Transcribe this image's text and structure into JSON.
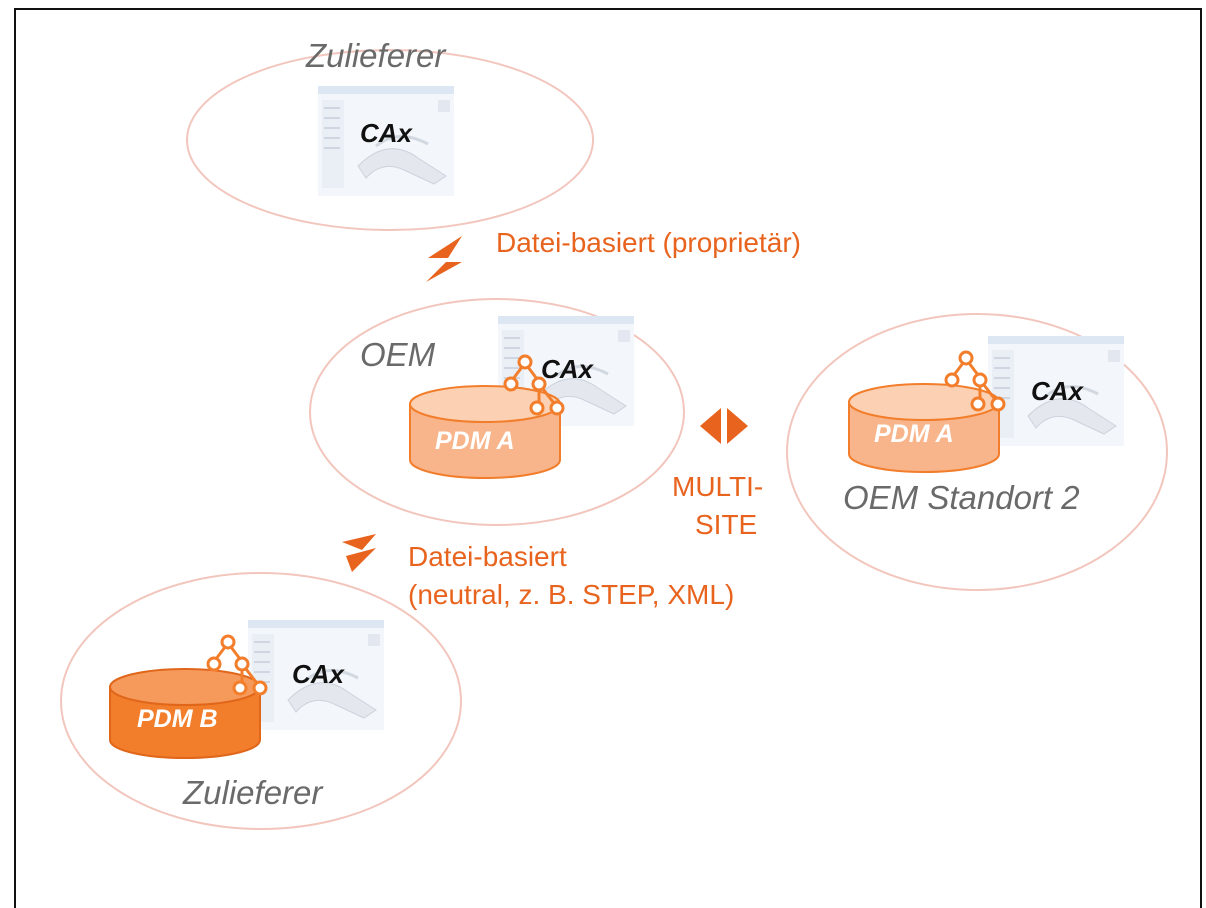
{
  "colors": {
    "accent": "#e8641e",
    "ellipse_stroke": "#f2c6bd",
    "pdm_light": "#f8b48a",
    "pdm_dark": "#f27e2c",
    "site_label": "#6a6a6a"
  },
  "sites": {
    "supplier_top": {
      "name": "Zulieferer",
      "cax": "CAx"
    },
    "oem": {
      "name": "OEM",
      "cax": "CAx",
      "pdm": "PDM A"
    },
    "oem_site2": {
      "name": "OEM Standort 2",
      "cax": "CAx",
      "pdm": "PDM A"
    },
    "supplier_bottom": {
      "name": "Zulieferer",
      "cax": "CAx",
      "pdm": "PDM B"
    }
  },
  "connections": {
    "proprietary": "Datei-basiert (proprietär)",
    "multisite_line1": "MULTI-",
    "multisite_line2": "SITE",
    "neutral_line1": "Datei-basiert",
    "neutral_line2": "(neutral, z. B. STEP, XML)"
  }
}
